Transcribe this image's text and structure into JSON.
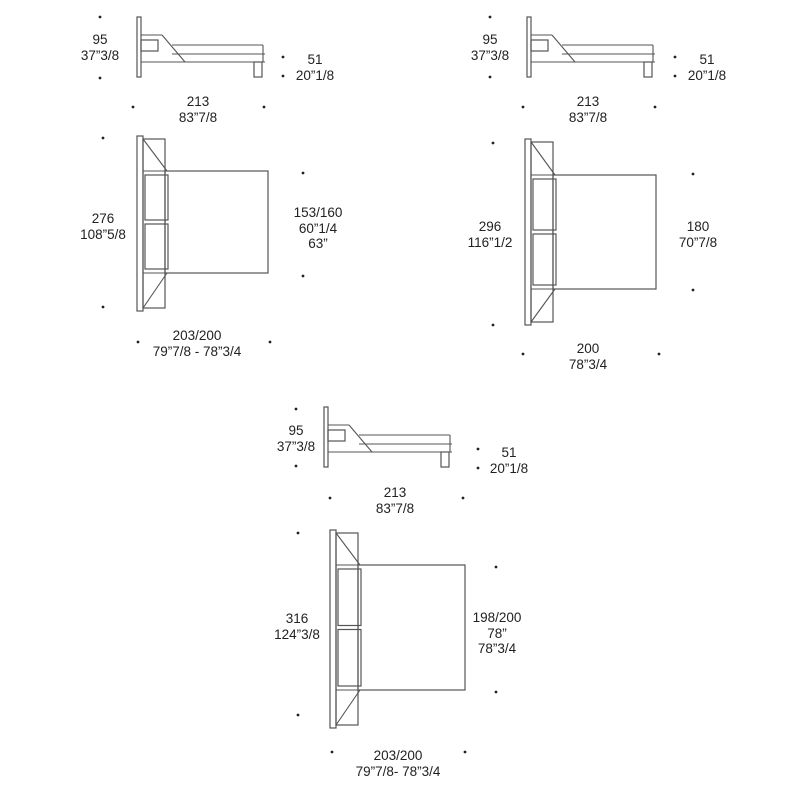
{
  "units": [
    {
      "name": "bed-153-160",
      "height": {
        "cm": "95",
        "in": "37”3/8"
      },
      "frame_height": {
        "cm": "51",
        "in": "20”1/8"
      },
      "length": {
        "cm": "213",
        "in": "83”7/8"
      },
      "total_width": {
        "cm": "276",
        "in": "108”5/8"
      },
      "mattress_width": {
        "cm": "153/160",
        "in1": "60”1/4",
        "in2": "63”"
      },
      "mattress_length": {
        "cm": "203/200",
        "in": "79”7/8 -  78”3/4"
      }
    },
    {
      "name": "bed-180",
      "height": {
        "cm": "95",
        "in": "37”3/8"
      },
      "frame_height": {
        "cm": "51",
        "in": "20”1/8"
      },
      "length": {
        "cm": "213",
        "in": "83”7/8"
      },
      "total_width": {
        "cm": "296",
        "in": "116”1/2"
      },
      "mattress_width": {
        "cm": "180",
        "in1": "70”7/8"
      },
      "mattress_length": {
        "cm": "200",
        "in": "78”3/4"
      }
    },
    {
      "name": "bed-198-200",
      "height": {
        "cm": "95",
        "in": "37”3/8"
      },
      "frame_height": {
        "cm": "51",
        "in": "20”1/8"
      },
      "length": {
        "cm": "213",
        "in": "83”7/8"
      },
      "total_width": {
        "cm": "316",
        "in": "124”3/8"
      },
      "mattress_width": {
        "cm": "198/200",
        "in1": "78”",
        "in2": "78”3/4"
      },
      "mattress_length": {
        "cm": "203/200",
        "in": "79”7/8-  78”3/4"
      }
    }
  ],
  "colors": {
    "line": "#555555",
    "text": "#222222"
  }
}
